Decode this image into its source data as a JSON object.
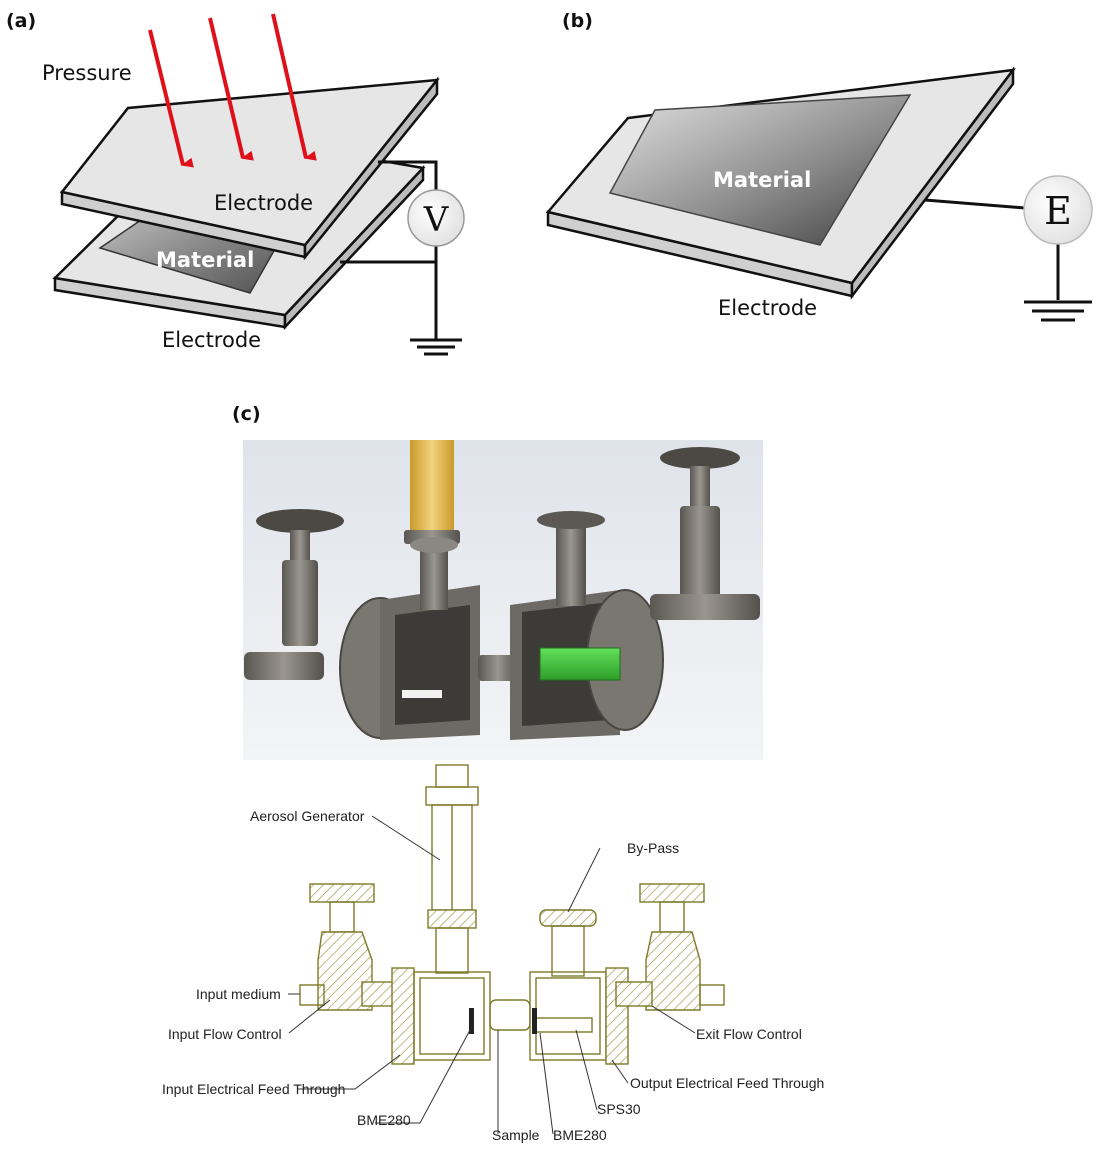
{
  "panels": {
    "a": {
      "label": "(a)",
      "pressure": "Pressure",
      "top_electrode": "Electrode",
      "material": "Material",
      "bottom_electrode": "Electrode",
      "meter": "V"
    },
    "b": {
      "label": "(b)",
      "material": "Material",
      "electrode": "Electrode",
      "meter": "E"
    },
    "c": {
      "label": "(c)",
      "callouts": {
        "aerosol_generator": "Aerosol Generator",
        "by_pass": "By-Pass",
        "input_medium": "Input medium",
        "input_flow_control": "Input Flow Control",
        "input_feed_through": "Input Electrical Feed Through",
        "exit_flow_control": "Exit Flow Control",
        "output_feed_through": "Output Electrical Feed Through",
        "bme280_left": "BME280",
        "sample": "Sample",
        "bme280_right": "BME280",
        "sps30": "SPS30"
      }
    }
  },
  "colors": {
    "arrow": "#e0101b",
    "plate": "#e6e6e6",
    "cad_outline": "#7d7a28",
    "cad_gold": "#e8c25a",
    "cad_green": "#3ec63a",
    "cad_metal": "#6f6b66"
  }
}
